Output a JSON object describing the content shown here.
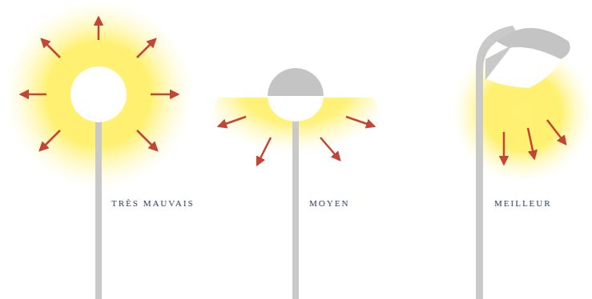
{
  "diagram": {
    "labels": [
      "TRÈS MAUVAIS",
      "MOYEN",
      "MEILLEUR"
    ]
  }
}
